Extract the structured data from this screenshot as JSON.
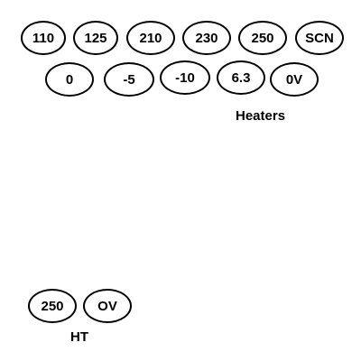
{
  "primary_taps": [
    "110",
    "125",
    "210",
    "230",
    "250",
    "SCN"
  ],
  "secondary_taps": [
    "0",
    "-5",
    "-10",
    "6.3",
    "0V"
  ],
  "heaters_label": "Heaters",
  "ht_taps": [
    "250",
    "OV"
  ],
  "ht_label": "HT"
}
